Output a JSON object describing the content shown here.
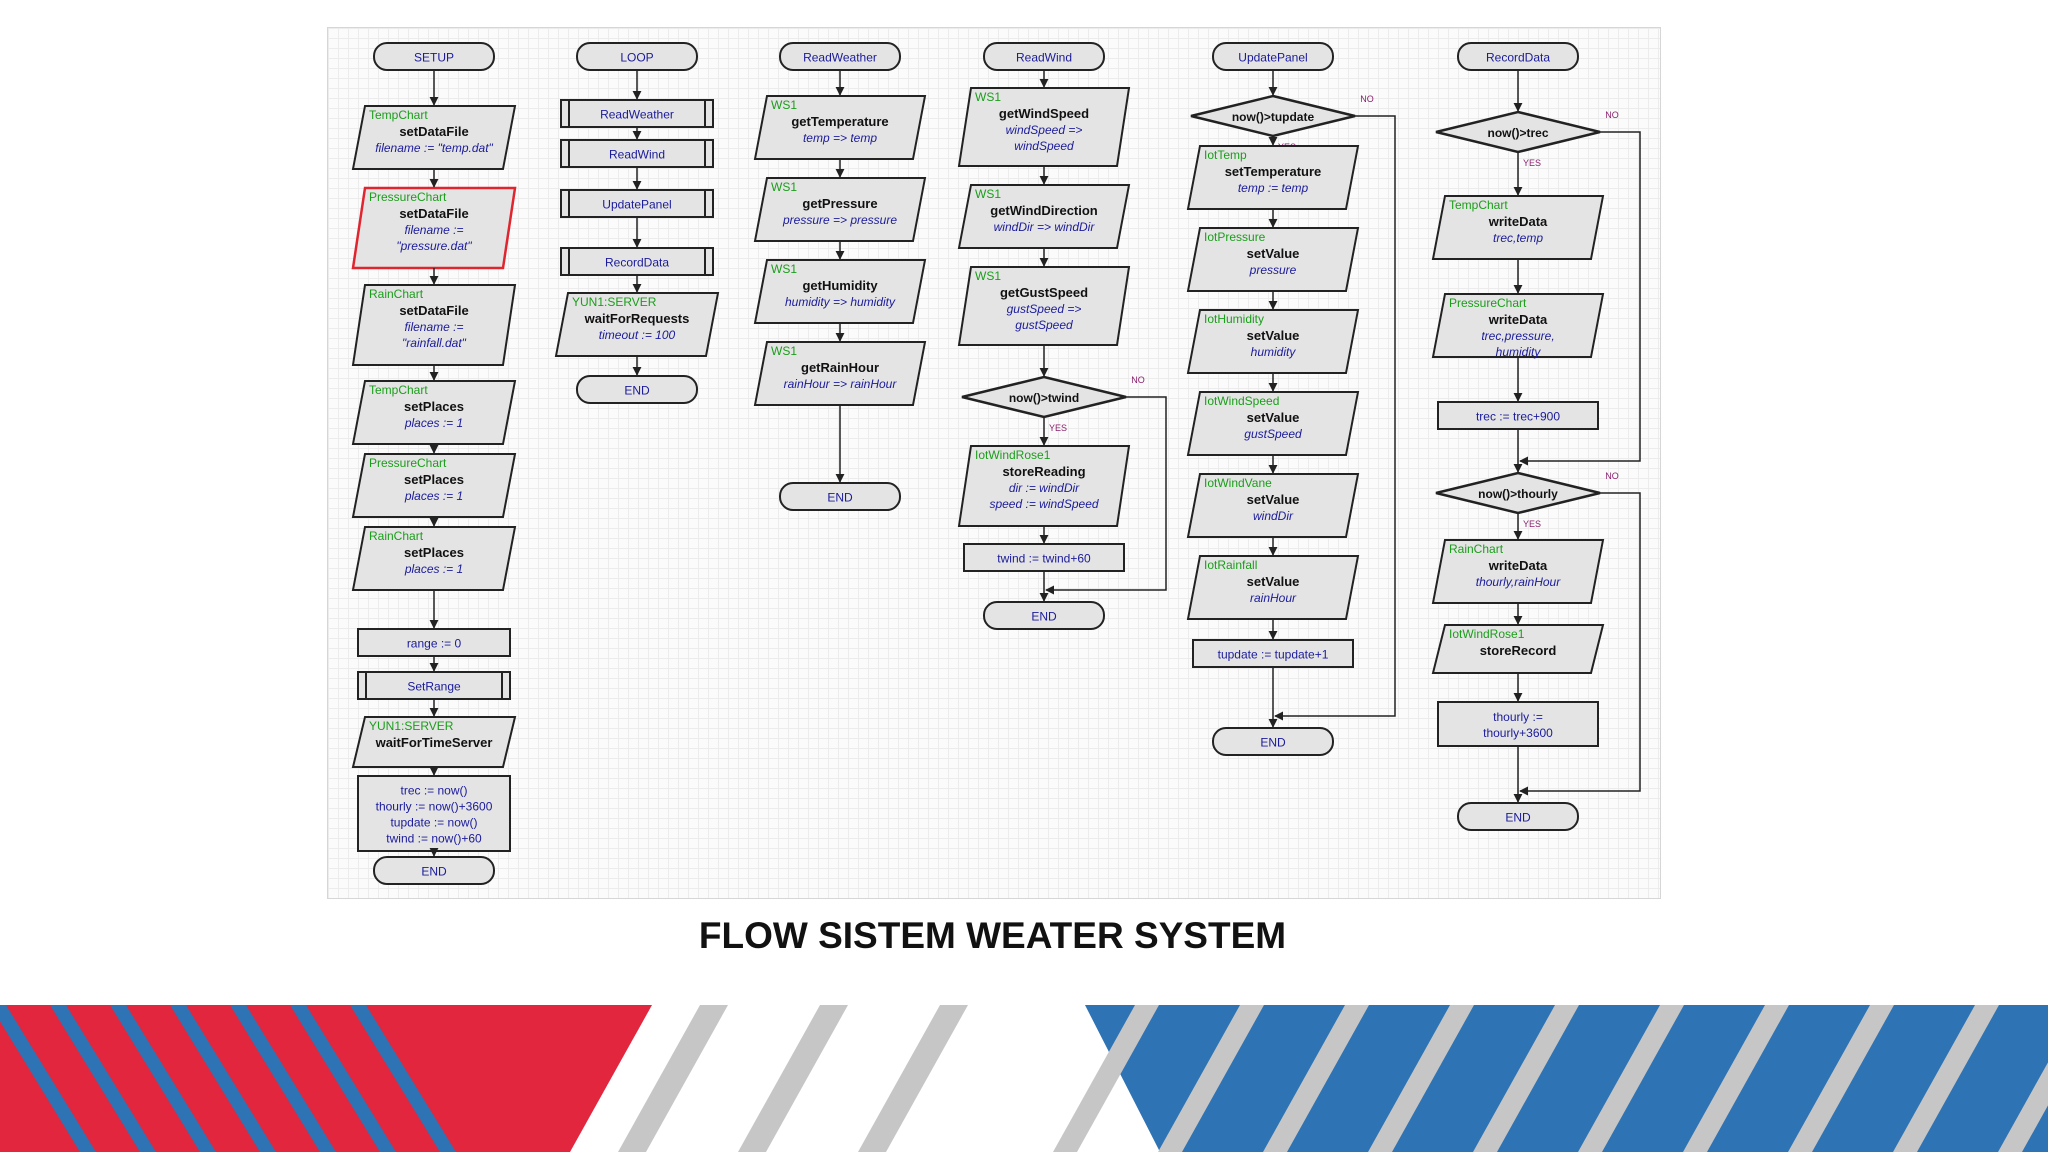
{
  "slide": {
    "title": "FLOW SISTEM WEATER SYSTEM"
  },
  "colors": {
    "node_fill": "#e4e4e4",
    "node_stroke": "#222222",
    "object_label": "#1b9e1b",
    "param_text": "#1b1b9b",
    "highlight_stroke": "#e0252f",
    "branch_label": "#8a1f6d",
    "footer_red": "#e2263d",
    "footer_blue": "#2e73b3",
    "footer_gray": "#c6c6c6"
  },
  "flowchart": {
    "columns": [
      {
        "id": "setup",
        "nodes": [
          {
            "type": "terminal",
            "label": "SETUP"
          },
          {
            "type": "io",
            "obj": "TempChart",
            "title": "setDataFile",
            "params": [
              "filename := \"temp.dat\""
            ]
          },
          {
            "type": "io",
            "obj": "PressureChart",
            "title": "setDataFile",
            "params": [
              "filename :=",
              "\"pressure.dat\""
            ],
            "highlight": true
          },
          {
            "type": "io",
            "obj": "RainChart",
            "title": "setDataFile",
            "params": [
              "filename :=",
              "\"rainfall.dat\""
            ]
          },
          {
            "type": "io",
            "obj": "TempChart",
            "title": "setPlaces",
            "params": [
              "places := 1"
            ]
          },
          {
            "type": "io",
            "obj": "PressureChart",
            "title": "setPlaces",
            "params": [
              "places := 1"
            ]
          },
          {
            "type": "io",
            "obj": "RainChart",
            "title": "setPlaces",
            "params": [
              "places := 1"
            ]
          },
          {
            "type": "process",
            "lines": [
              "range := 0"
            ]
          },
          {
            "type": "subroutine",
            "label": "SetRange"
          },
          {
            "type": "io",
            "obj": "YUN1:SERVER",
            "title": "waitForTimeServer",
            "params": []
          },
          {
            "type": "process",
            "lines": [
              "trec := now()",
              "thourly := now()+3600",
              "tupdate := now()",
              "twind := now()+60"
            ]
          },
          {
            "type": "terminal",
            "label": "END"
          }
        ]
      },
      {
        "id": "loop",
        "nodes": [
          {
            "type": "terminal",
            "label": "LOOP"
          },
          {
            "type": "subroutine",
            "label": "ReadWeather"
          },
          {
            "type": "subroutine",
            "label": "ReadWind"
          },
          {
            "type": "subroutine",
            "label": "UpdatePanel"
          },
          {
            "type": "subroutine",
            "label": "RecordData"
          },
          {
            "type": "io",
            "obj": "YUN1:SERVER",
            "title": "waitForRequests",
            "params": [
              "timeout := 100"
            ]
          },
          {
            "type": "terminal",
            "label": "END"
          }
        ]
      },
      {
        "id": "readweather",
        "nodes": [
          {
            "type": "terminal",
            "label": "ReadWeather"
          },
          {
            "type": "io",
            "obj": "WS1",
            "title": "getTemperature",
            "params": [
              "temp => temp"
            ]
          },
          {
            "type": "io",
            "obj": "WS1",
            "title": "getPressure",
            "params": [
              "pressure => pressure"
            ]
          },
          {
            "type": "io",
            "obj": "WS1",
            "title": "getHumidity",
            "params": [
              "humidity => humidity"
            ]
          },
          {
            "type": "io",
            "obj": "WS1",
            "title": "getRainHour",
            "params": [
              "rainHour => rainHour"
            ]
          },
          {
            "type": "terminal",
            "label": "END"
          }
        ]
      },
      {
        "id": "readwind",
        "nodes": [
          {
            "type": "terminal",
            "label": "ReadWind"
          },
          {
            "type": "io",
            "obj": "WS1",
            "title": "getWindSpeed",
            "params": [
              "windSpeed =>",
              "windSpeed"
            ]
          },
          {
            "type": "io",
            "obj": "WS1",
            "title": "getWindDirection",
            "params": [
              "windDir => windDir"
            ]
          },
          {
            "type": "io",
            "obj": "WS1",
            "title": "getGustSpeed",
            "params": [
              "gustSpeed =>",
              "gustSpeed"
            ]
          },
          {
            "type": "decision",
            "label": "now()>twind",
            "yes": "YES",
            "no": "NO"
          },
          {
            "type": "io",
            "obj": "IotWindRose1",
            "title": "storeReading",
            "params": [
              "dir := windDir",
              "speed := windSpeed"
            ]
          },
          {
            "type": "process",
            "lines": [
              "twind := twind+60"
            ]
          },
          {
            "type": "terminal",
            "label": "END"
          }
        ]
      },
      {
        "id": "updatepanel",
        "nodes": [
          {
            "type": "terminal",
            "label": "UpdatePanel"
          },
          {
            "type": "decision",
            "label": "now()>tupdate",
            "yes": "YES",
            "no": "NO"
          },
          {
            "type": "io",
            "obj": "IotTemp",
            "title": "setTemperature",
            "params": [
              "temp := temp"
            ]
          },
          {
            "type": "io",
            "obj": "IotPressure",
            "title": "setValue",
            "params": [
              "pressure"
            ]
          },
          {
            "type": "io",
            "obj": "IotHumidity",
            "title": "setValue",
            "params": [
              "humidity"
            ]
          },
          {
            "type": "io",
            "obj": "IotWindSpeed",
            "title": "setValue",
            "params": [
              "gustSpeed"
            ]
          },
          {
            "type": "io",
            "obj": "IotWindVane",
            "title": "setValue",
            "params": [
              "windDir"
            ]
          },
          {
            "type": "io",
            "obj": "IotRainfall",
            "title": "setValue",
            "params": [
              "rainHour"
            ]
          },
          {
            "type": "process",
            "lines": [
              "tupdate := tupdate+1"
            ]
          },
          {
            "type": "terminal",
            "label": "END"
          }
        ]
      },
      {
        "id": "recorddata",
        "nodes": [
          {
            "type": "terminal",
            "label": "RecordData"
          },
          {
            "type": "decision",
            "label": "now()>trec",
            "yes": "YES",
            "no": "NO"
          },
          {
            "type": "io",
            "obj": "TempChart",
            "title": "writeData",
            "params": [
              "trec,temp"
            ]
          },
          {
            "type": "io",
            "obj": "PressureChart",
            "title": "writeData",
            "params": [
              "trec,pressure,",
              "humidity"
            ]
          },
          {
            "type": "process",
            "lines": [
              "trec := trec+900"
            ]
          },
          {
            "type": "decision",
            "label": "now()>thourly",
            "yes": "YES",
            "no": "NO"
          },
          {
            "type": "io",
            "obj": "RainChart",
            "title": "writeData",
            "params": [
              "thourly,rainHour"
            ]
          },
          {
            "type": "io",
            "obj": "IotWindRose1",
            "title": "storeRecord",
            "params": []
          },
          {
            "type": "process",
            "lines": [
              "thourly :=",
              "thourly+3600"
            ]
          },
          {
            "type": "terminal",
            "label": "END"
          }
        ]
      }
    ]
  }
}
